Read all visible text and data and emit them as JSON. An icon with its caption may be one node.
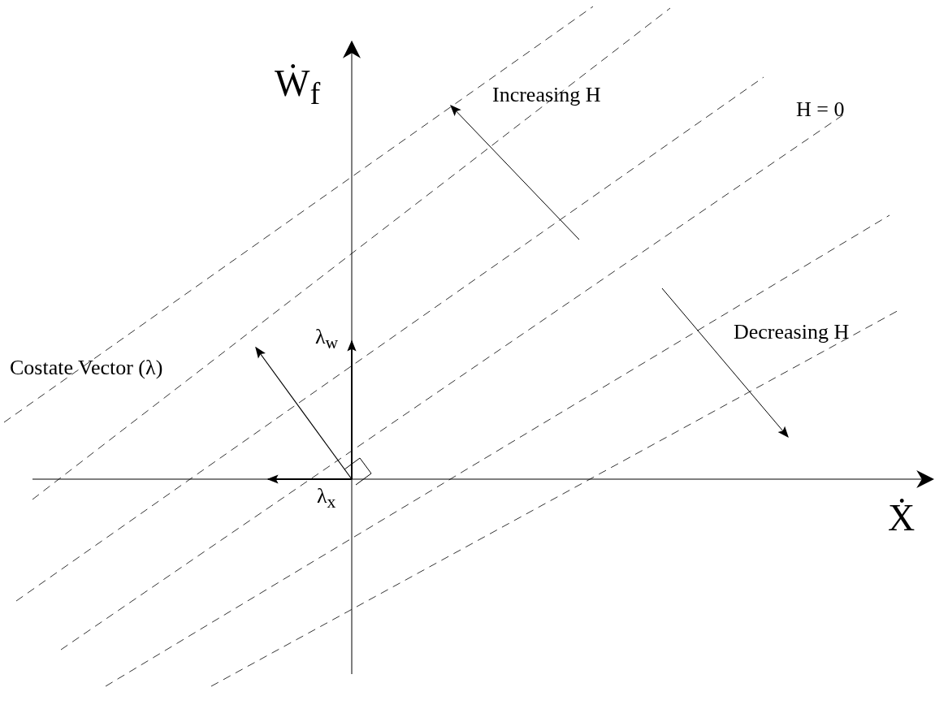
{
  "diagram": {
    "labels": [
      "Ẇ$_{f}$",
      "Increasing H",
      "H = 0",
      "λ$_{w}$",
      "Decreasing H",
      "Costate Vector (λ)",
      "λ$_{x}$",
      "Ẋ"
    ]
  }
}
